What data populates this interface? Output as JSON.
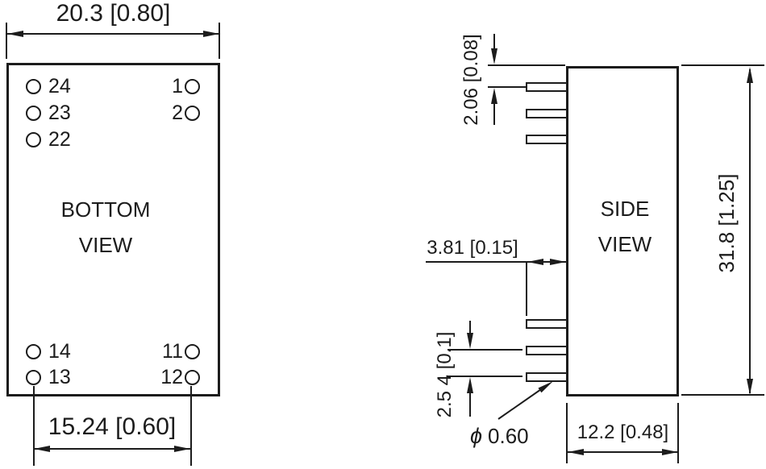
{
  "colors": {
    "ink": "#1c1c1c",
    "background": "#ffffff"
  },
  "bottom_view": {
    "title": [
      "BOTTOM",
      "VIEW"
    ],
    "top_left_pins": [
      "24",
      "23",
      "22"
    ],
    "top_right_pins": [
      "1",
      "2"
    ],
    "bottom_left_pins": [
      "14",
      "13"
    ],
    "bottom_right_pins": [
      "11",
      "12"
    ],
    "width_dim": "20.3 [0.80]",
    "pin_span_dim": "15.24 [0.60]"
  },
  "side_view": {
    "title": [
      "SIDE",
      "VIEW"
    ],
    "pin_offset_dim": "2.06 [0.08]",
    "pin_length_dim": "3.81 [0.15]",
    "pin_pitch_dim": "2.5 4 [0.1]",
    "pin_diameter_symbol": "ϕ",
    "pin_diameter_value": "0.60",
    "body_depth_dim": "12.2 [0.48]",
    "body_height_dim": "31.8 [1.25]"
  }
}
